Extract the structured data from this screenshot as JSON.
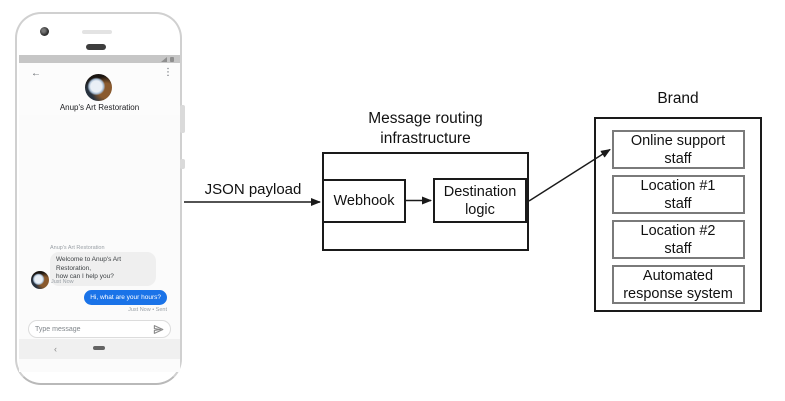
{
  "phone": {
    "status_bar": {
      "signal_icon": "signal-strength",
      "battery_icon": "battery-level"
    },
    "header": {
      "back_icon": "←",
      "menu_icon": "⋮",
      "title": "Anup's Art Restoration"
    },
    "conversation": {
      "sender_label": "Anup's Art Restoration",
      "incoming": {
        "text": "Welcome to Anup's Art Restoration,\nhow can I help you?",
        "timestamp": "Just Now"
      },
      "outgoing": {
        "text": "Hi, what are your hours?",
        "timestamp": "Just Now • Sent"
      }
    },
    "composer": {
      "placeholder": "Type message",
      "send_icon": "send-paper-plane"
    },
    "nav": {
      "back_icon": "‹",
      "home_icon": "home-pill"
    }
  },
  "diagram": {
    "payload_arrow_label": "JSON payload",
    "routing_box": {
      "title": "Message routing\ninfrastructure",
      "webhook_label": "Webhook",
      "destination_label": "Destination\nlogic"
    },
    "brand_box": {
      "title": "Brand",
      "targets": [
        {
          "label": "Online support\nstaff"
        },
        {
          "label": "Location #1\nstaff"
        },
        {
          "label": "Location #2\nstaff"
        },
        {
          "label": "Automated\nresponse system"
        }
      ]
    }
  },
  "colors": {
    "outgoing_bubble": "#1a73e8",
    "incoming_bubble": "#efefef",
    "box_border": "#1a1a1a",
    "brand_item_border": "#7a7a7a",
    "status_bar": "#c6c6c6"
  }
}
